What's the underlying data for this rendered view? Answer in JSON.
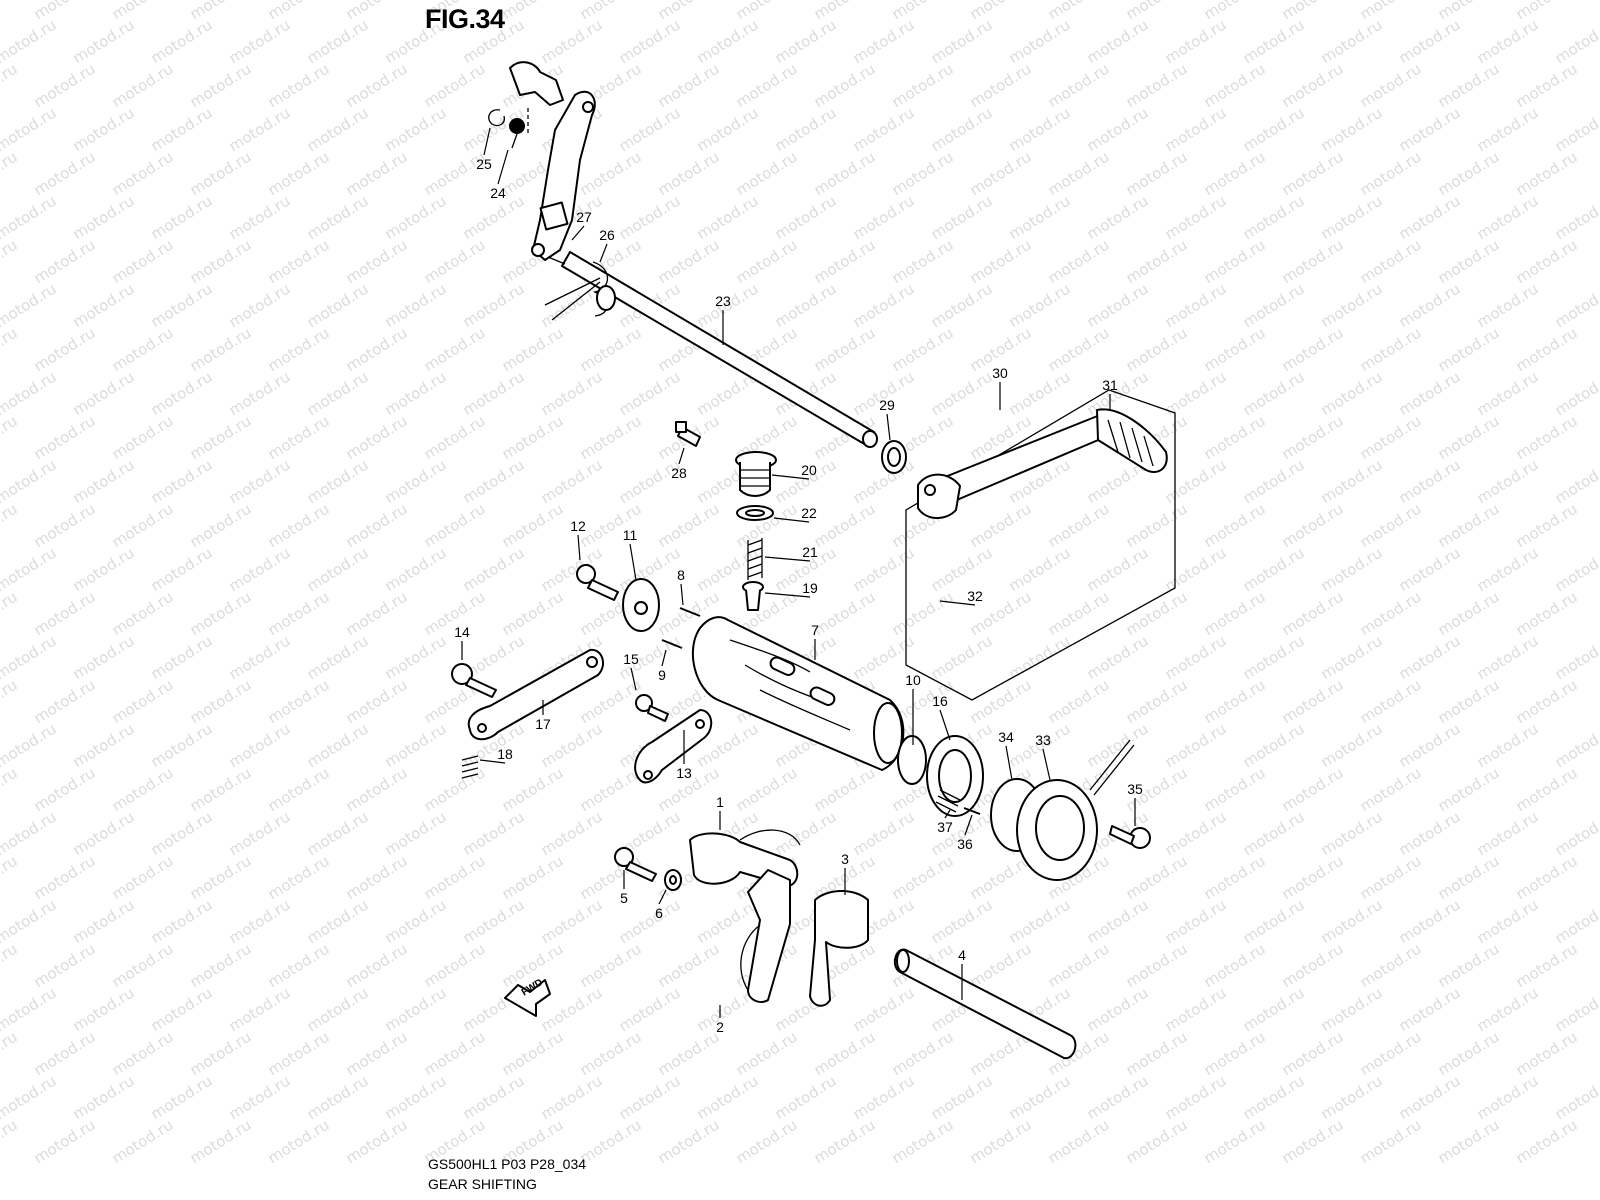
{
  "figure": {
    "title": "FIG.34",
    "code": "GS500HL1 P03 P28_034",
    "caption": "GEAR SHIFTING",
    "watermark": "motod.ru",
    "fwd_label": "FWD"
  },
  "callouts": [
    {
      "id": "1",
      "label": "1"
    },
    {
      "id": "2",
      "label": "2"
    },
    {
      "id": "3",
      "label": "3"
    },
    {
      "id": "4",
      "label": "4"
    },
    {
      "id": "5",
      "label": "5"
    },
    {
      "id": "6",
      "label": "6"
    },
    {
      "id": "7",
      "label": "7"
    },
    {
      "id": "8",
      "label": "8"
    },
    {
      "id": "9",
      "label": "9"
    },
    {
      "id": "10",
      "label": "10"
    },
    {
      "id": "11",
      "label": "11"
    },
    {
      "id": "12",
      "label": "12"
    },
    {
      "id": "13",
      "label": "13"
    },
    {
      "id": "14",
      "label": "14"
    },
    {
      "id": "15",
      "label": "15"
    },
    {
      "id": "16",
      "label": "16"
    },
    {
      "id": "17",
      "label": "17"
    },
    {
      "id": "18",
      "label": "18"
    },
    {
      "id": "19",
      "label": "19"
    },
    {
      "id": "20",
      "label": "20"
    },
    {
      "id": "21",
      "label": "21"
    },
    {
      "id": "22",
      "label": "22"
    },
    {
      "id": "23",
      "label": "23"
    },
    {
      "id": "24",
      "label": "24"
    },
    {
      "id": "25",
      "label": "25"
    },
    {
      "id": "26",
      "label": "26"
    },
    {
      "id": "27",
      "label": "27"
    },
    {
      "id": "28",
      "label": "28"
    },
    {
      "id": "29",
      "label": "29"
    },
    {
      "id": "30",
      "label": "30"
    },
    {
      "id": "31",
      "label": "31"
    },
    {
      "id": "32",
      "label": "32"
    },
    {
      "id": "33",
      "label": "33"
    },
    {
      "id": "34",
      "label": "34"
    },
    {
      "id": "35",
      "label": "35"
    },
    {
      "id": "36",
      "label": "36"
    },
    {
      "id": "37",
      "label": "37"
    }
  ]
}
